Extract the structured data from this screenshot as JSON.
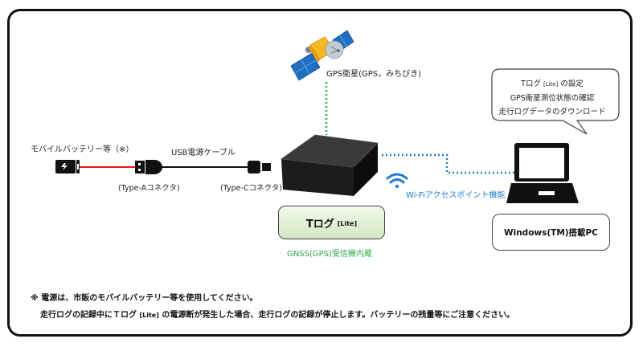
{
  "satellite": {
    "label": "GPS衛星(GPS，みちびき)"
  },
  "battery": {
    "label": "モバイルバッテリー等（※）"
  },
  "cable": {
    "label": "USB電源ケーブル",
    "type_a_label": "(Type-Aコネクタ)",
    "type_c_label": "(Type-Cコネクタ)"
  },
  "device": {
    "name": "Tログ",
    "name_suffix": "[Lite]",
    "caption": "GNSS(GPS)受信機内蔵"
  },
  "wifi": {
    "label": "Wi-Fiアクセスポイント機能"
  },
  "pc": {
    "label": "Windows(TM)搭載PC",
    "bubble_lines": [
      {
        "main": "Tログ ",
        "sub": "[Lite]",
        "rest": " の設定"
      },
      {
        "main": "GPS衛星測位状態の確認"
      },
      {
        "main": "走行ログデータのダウンロード"
      }
    ]
  },
  "notes": {
    "line1": "※ 電源は、市販のモバイルバッテリー等を使用してください。",
    "line2_pre": "走行ログの記録中にＴログ ",
    "line2_sub": "[Lite]",
    "line2_post": " の電源断が発生した場合、走行ログの記録が停止します。バッテリーの残量等にご注意ください。"
  },
  "colors": {
    "gps_link": "#2eaa4f",
    "wifi_link": "#1f7bd1",
    "power_line": "#e8141c",
    "cable_line": "#111111"
  }
}
